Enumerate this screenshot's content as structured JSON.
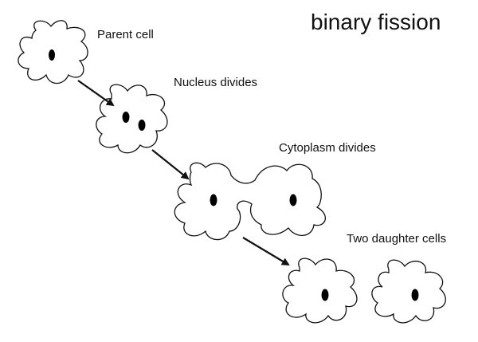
{
  "title": "binary fission",
  "stages": [
    {
      "label": "Parent cell"
    },
    {
      "label": "Nucleus divides"
    },
    {
      "label": "Cytoplasm divides"
    },
    {
      "label": "Two daughter cells"
    }
  ],
  "colors": {
    "stroke": "#111111",
    "fill": "#ffffff",
    "nucleus": "#000000"
  }
}
